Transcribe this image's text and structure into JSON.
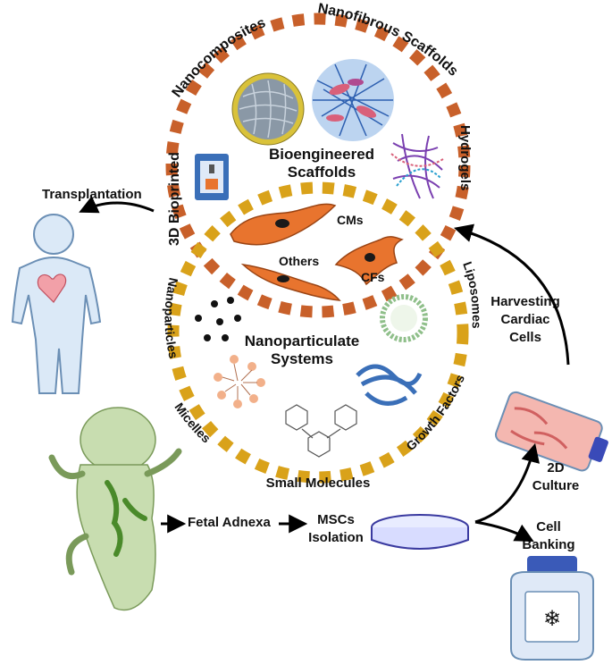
{
  "labels": {
    "nanocomposites": "Nanocomposites",
    "nanofibrous_scaffolds": "Nanofibrous Scaffolds",
    "hydrogels": "Hydrogels",
    "bioprinted": "3D Bioprinted",
    "bioengineered_line1": "Bioengineered",
    "bioengineered_line2": "Scaffolds",
    "cms": "CMs",
    "others": "Others",
    "cfs": "CFs",
    "nanoparticles": "Nanoparticles",
    "liposomes": "Liposomes",
    "micelles": "Micelles",
    "growth_factors": "Growth Factors",
    "small_molecules": "Small Molecules",
    "nanoparticulate_line1": "Nanoparticulate",
    "nanoparticulate_line2": "Systems",
    "transplantation": "Transplantation",
    "harvesting_line1": "Harvesting",
    "harvesting_line2": "Cardiac",
    "harvesting_line3": "Cells",
    "culture_line1": "2D",
    "culture_line2": "Culture",
    "fetal_adnexa": "Fetal Adnexa",
    "mscs_line1": "MSCs",
    "mscs_line2": "Isolation",
    "banking_line1": "Cell",
    "banking_line2": "Banking"
  },
  "colors": {
    "outer_ring": "#c8602a",
    "inner_ring": "#d9a21a",
    "cell_orange": "#e8742e",
    "nucleus": "#1a1a1a",
    "human_body": "#dbe9f7",
    "human_outline": "#6b8fb5",
    "fetus": "#c8ddb0",
    "fetus_organs": "#4a8a2a",
    "flask": "#f4b7b0",
    "tank": "#dfe9f7",
    "arrow": "#000000"
  },
  "icons": {
    "nanocomposite": "nanocomposite-sphere-icon",
    "nanofibrous": "nanofiber-mesh-icon",
    "hydrogel": "hydrogel-network-icon",
    "printer": "3d-printer-icon",
    "liposome": "liposome-icon",
    "micelle": "micelle-icon",
    "protein": "protein-ribbon-icon",
    "molecule": "small-molecule-icon",
    "heart": "heart-icon",
    "snowflake": "snowflake-icon"
  }
}
